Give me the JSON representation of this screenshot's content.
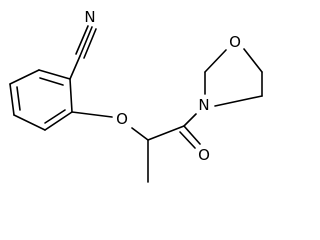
{
  "molecule": {
    "atoms": {
      "nitrile_n": "N",
      "ether_o": "O",
      "carbonyl_o": "O",
      "amide_n": "N",
      "ring_o": "O"
    }
  }
}
